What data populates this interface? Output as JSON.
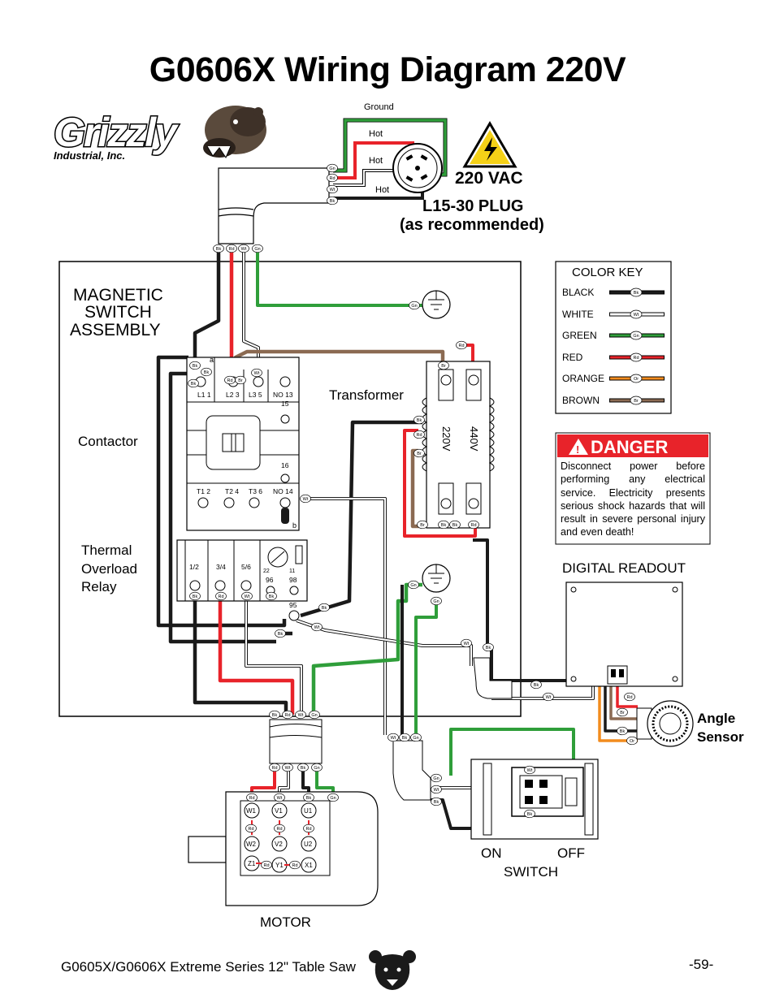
{
  "title": "G0606X Wiring Diagram 220V",
  "logo": {
    "name": "Grizzly",
    "tagline": "Industrial, Inc."
  },
  "plug": {
    "ground": "Ground",
    "hot": "Hot",
    "voltage": "220 VAC",
    "name": "L15-30 PLUG",
    "note": "(as recommended)"
  },
  "sections": {
    "magnetic_switch": [
      "MAGNETIC",
      "SWITCH",
      "ASSEMBLY"
    ],
    "contactor": "Contactor",
    "transformer": "Transformer",
    "thermal_overload": [
      "Thermal",
      "Overload",
      "Relay"
    ],
    "digital_readout": "DIGITAL READOUT",
    "angle_sensor": [
      "Angle",
      "Sensor"
    ],
    "switch_on": "ON",
    "switch_off": "OFF",
    "switch": "SWITCH",
    "motor": "MOTOR"
  },
  "color_key": {
    "title": "COLOR KEY",
    "items": [
      {
        "name": "BLACK",
        "abbr": "Bk",
        "color": "#1a1a1a"
      },
      {
        "name": "WHITE",
        "abbr": "Wt",
        "color": "#ffffff"
      },
      {
        "name": "GREEN",
        "abbr": "Gn",
        "color": "#2f9e3a"
      },
      {
        "name": "RED",
        "abbr": "Rd",
        "color": "#e8232a"
      },
      {
        "name": "ORANGE",
        "abbr": "Or",
        "color": "#f28c1e"
      },
      {
        "name": "BROWN",
        "abbr": "Br",
        "color": "#8b6a52"
      }
    ]
  },
  "danger": {
    "label": "DANGER",
    "text": "Disconnect power before performing any electrical service. Electricity presents serious shock hazards that will result in severe personal injury and even death!"
  },
  "contactor_terminals": {
    "top": [
      "L1 1",
      "L2 3",
      "L3 5",
      "NO 13"
    ],
    "bottom": [
      "T1 2",
      "T2 4",
      "T3 6",
      "NO 14"
    ],
    "aux": [
      "15",
      "16"
    ],
    "marks": [
      "a",
      "b"
    ]
  },
  "overload_terminals": [
    "1/2",
    "3/4",
    "5/6",
    "22",
    "11",
    "96",
    "98",
    "95"
  ],
  "transformer_taps": [
    "220V",
    "440V"
  ],
  "motor_terminals": [
    "W1",
    "V1",
    "U1",
    "W2",
    "V2",
    "U2",
    "Z1",
    "Y1",
    "X1"
  ],
  "footer": {
    "model": "G0605X/G0606X Extreme Series 12\" Table Saw",
    "page": "-59-"
  }
}
